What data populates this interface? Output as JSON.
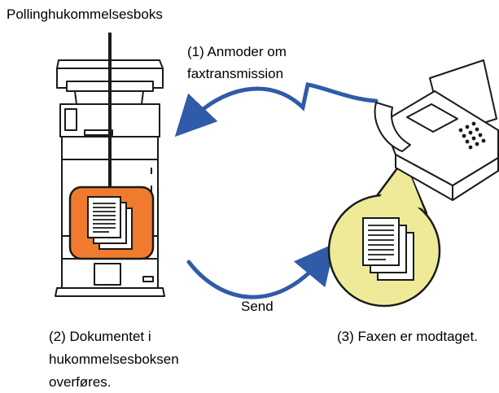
{
  "labels": {
    "top_title": "Pollinghukommelsesboks",
    "step1_line1": "(1) Anmoder om",
    "step1_line2": "faxtransmission",
    "send": "Send",
    "step2_line1": "(2) Dokumentet i",
    "step2_line2": "hukommelsesboksen",
    "step2_line3": "overføres.",
    "step3": "(3) Faxen er modtaget."
  },
  "colors": {
    "memory_box": "#F07A2E",
    "received_bubble": "#EEEA98",
    "arrow": "#2F5BA8",
    "outline": "#1a1a1a"
  },
  "icons": {
    "mfp": "multifunction-printer-icon",
    "fax": "fax-machine-icon",
    "documents": "document-stack-icon"
  }
}
